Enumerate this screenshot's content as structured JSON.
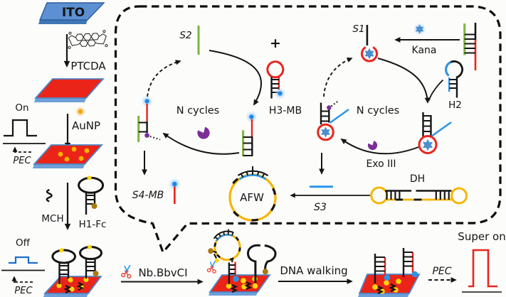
{
  "colors": {
    "background": "#fcfcfb",
    "slab_red": "#ea2418",
    "slab_edge_blue": "#4d86c6",
    "slab_side_blue": "#6d9fd8",
    "ito_blue": "#5c90d2",
    "strand_green": "#7cb63d",
    "strand_red": "#e8251d",
    "strand_blue": "#1f87e8",
    "mb_glow_blue": "#9fd0f6",
    "enzyme_purple": "#7a2f96",
    "loop_yellow": "#f7b500",
    "dot_yellow": "#ffd60a",
    "aunp_orange": "#f2a71a",
    "fc_brown": "#a87a0e",
    "star_blue": "#4b8fce",
    "line_black": "#151515"
  },
  "left_column": {
    "ito": "ITO",
    "ptcda": "PTCDA",
    "aunp": "AuNP",
    "on": "On",
    "pec_on": "PEC",
    "mch": "MCH",
    "h1fc": "H1-Fc",
    "off": "Off",
    "pec_off": "PEC"
  },
  "bubble": {
    "left_cycle": {
      "s2": "S2",
      "plus": "+",
      "h3mb": "H3-MB",
      "n_cycles": "N cycles",
      "s4mb": "S4-MB"
    },
    "right_cycle": {
      "s1": "S1",
      "kana": "Kana",
      "h2": "H2",
      "n_cycles": "N cycles",
      "exo3": "Exo III"
    },
    "afw": "AFW",
    "s3": "S3",
    "dh": "DH"
  },
  "bottom_row": {
    "nicking_enzyme": "Nb.BbvCI",
    "dna_walking": "DNA walking",
    "pec": "PEC",
    "super_on": "Super on"
  }
}
